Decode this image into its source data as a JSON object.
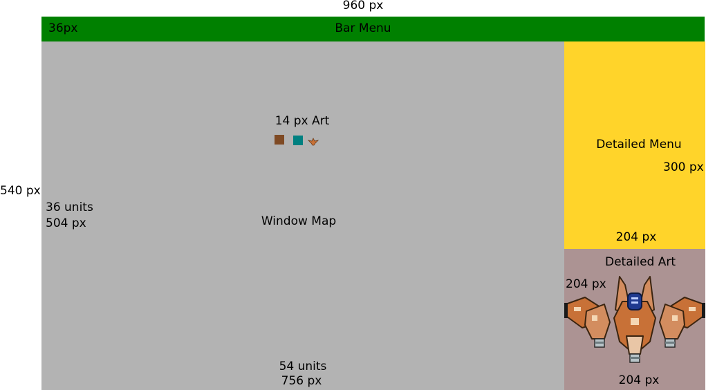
{
  "dimensions": {
    "total_width": "960 px",
    "total_height": "540 px"
  },
  "bar_menu": {
    "title": "Bar Menu",
    "height_label": "36px",
    "color": "#008000"
  },
  "window_map": {
    "title": "Window Map",
    "height_units": "36 units",
    "height_px": "504 px",
    "width_units": "54 units",
    "width_px": "756 px",
    "color": "#b3b3b3",
    "art_preview": {
      "title": "14 px Art",
      "tiles": [
        {
          "name": "dirt-tile",
          "color": "#7f4a24"
        },
        {
          "name": "water-tile",
          "color": "#008080"
        },
        {
          "name": "ship-sprite",
          "color": "#c87137"
        }
      ]
    }
  },
  "detailed_menu": {
    "title": "Detailed Menu",
    "height_label": "300 px",
    "width_label": "204 px",
    "color": "#ffd42a"
  },
  "detailed_art": {
    "title": "Detailed Art",
    "height_label": "204 px",
    "width_label": "204 px",
    "color": "#ac9393",
    "sprite": "spaceship-sprite"
  }
}
